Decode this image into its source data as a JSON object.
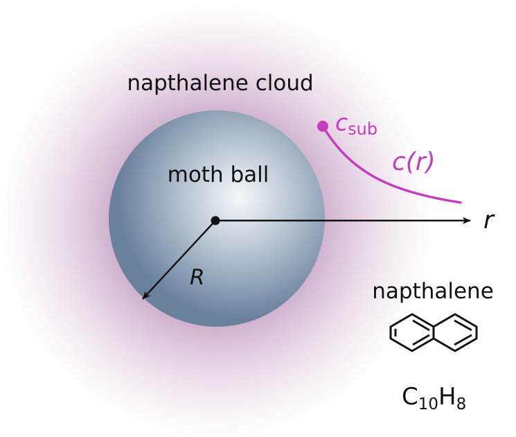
{
  "labels": {
    "cloud": "napthalene cloud",
    "ball": "moth ball",
    "radius": "R",
    "axis": "r",
    "concentration": "c(r)",
    "surface_symbol": "c",
    "surface_subscript": "sub",
    "molecule_name": "napthalene",
    "formula_c": "C",
    "formula_c_sub": "10",
    "formula_h": "H",
    "formula_h_sub": "8"
  },
  "colors": {
    "cloud": "#a0649b",
    "ball_light": "#f4f6f9",
    "ball_dark": "#6b84a0",
    "curve": "#c43dbd",
    "ink": "#111111"
  }
}
